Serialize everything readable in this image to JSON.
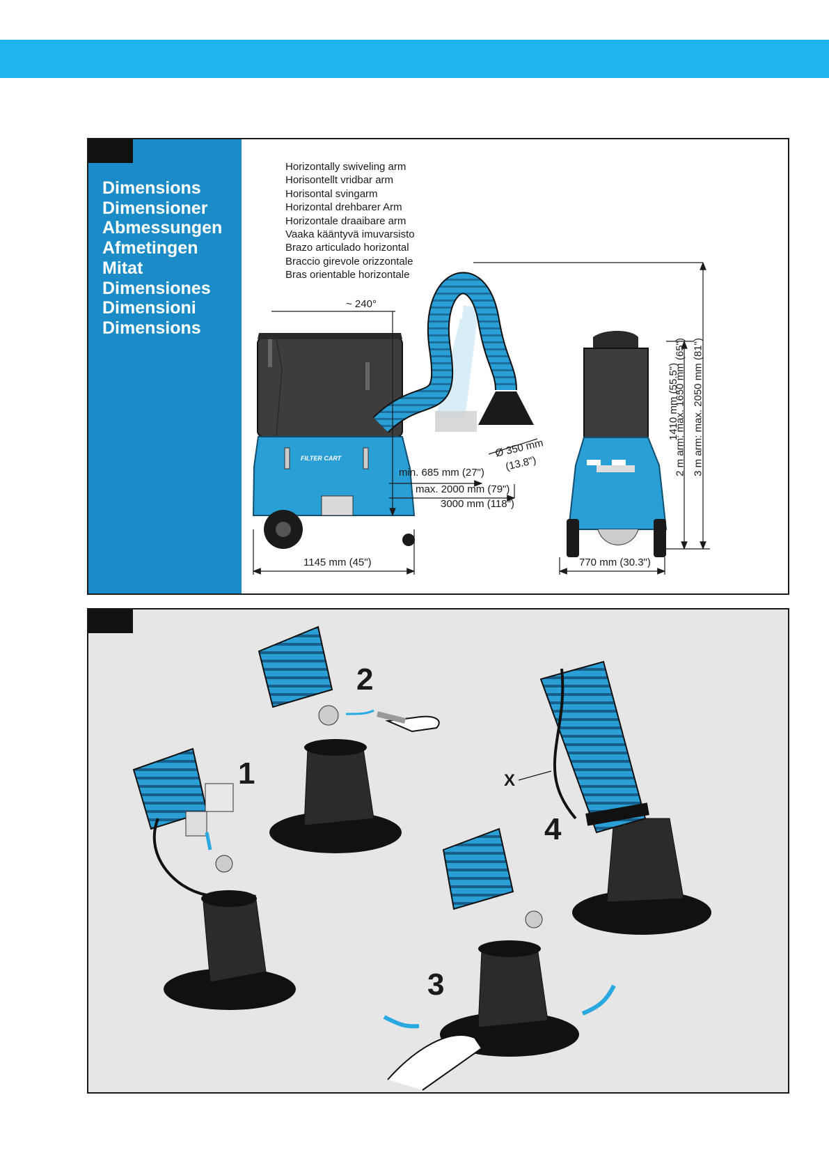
{
  "section_titles": [
    "Dimensions",
    "Dimensioner",
    "Abmessungen",
    "Afmetingen",
    "Mitat",
    "Dimensiones",
    "Dimensioni",
    "Dimensions"
  ],
  "arm_labels": [
    "Horizontally swiveling arm",
    "Horisontellt vridbar arm",
    "Horisontal svingarm",
    "Horizontal drehbarer Arm",
    "Horizontale draaibare arm",
    "Vaaka kääntyvä imuvarsisto",
    "Brazo articulado horizontal",
    "Braccio girevole orizzontale",
    "Bras orientable horizontale"
  ],
  "dimensions": {
    "angle": "~ 240°",
    "hood_diameter": "Ø 350 mm",
    "hood_diameter_in": "(13.8\")",
    "reach_min": "min. 685 mm (27\")",
    "reach_2m": "max. 2000 mm (79\")",
    "reach_3m": "3000 mm (118\")",
    "length": "1145 mm (45\")",
    "width": "770 mm (30.3\")",
    "height": "1410 mm (55.5\")",
    "height_2m": "2 m arm: max. 1650 mm (65\")",
    "height_3m": "3 m arm: max. 2050 mm (81\")"
  },
  "brand_label": "FILTER CART",
  "steps": {
    "step1": "1",
    "step2": "2",
    "step3": "3",
    "step4": "4",
    "cable_label": "X"
  },
  "colors": {
    "top_bar": "#1fb4ee",
    "sidebar": "#1b8cc7",
    "machine_blue": "#2a9fd6",
    "machine_dark": "#3d3d3d",
    "panel_bg": "#e6e6e6"
  }
}
